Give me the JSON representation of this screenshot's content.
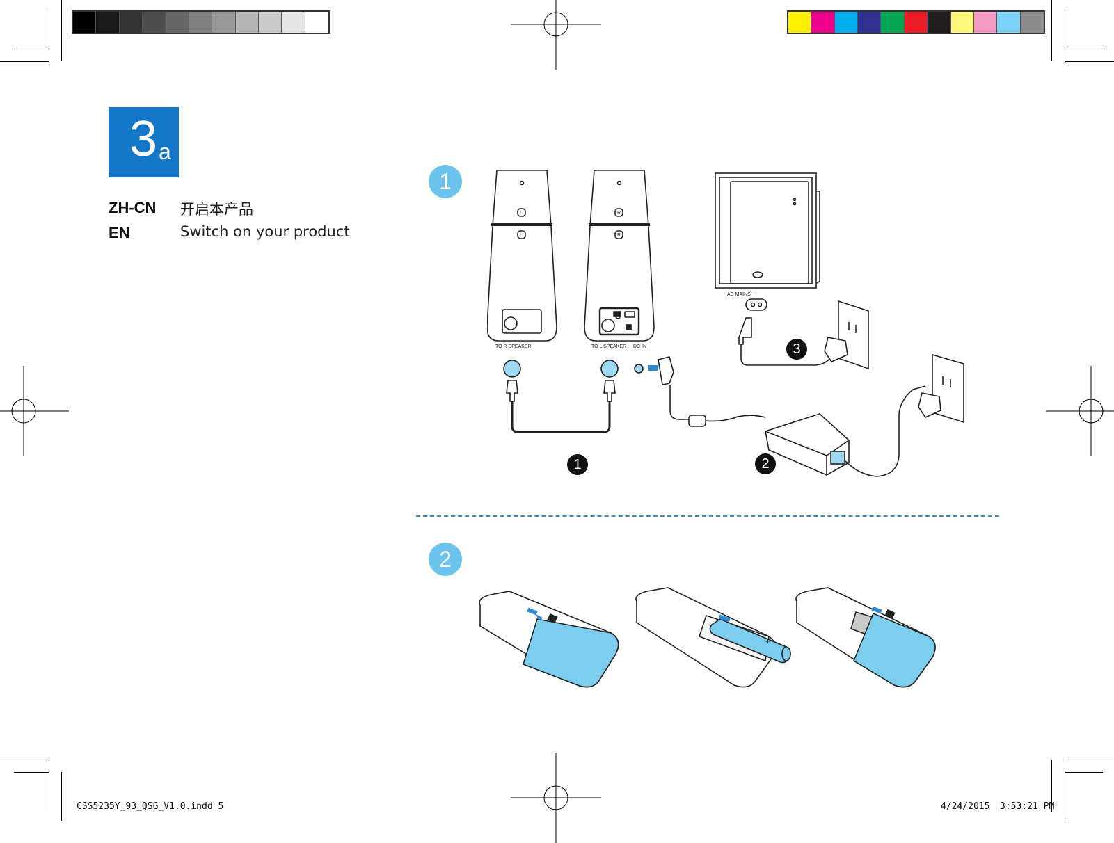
{
  "step": {
    "number": "3",
    "suffix": "a"
  },
  "languages": [
    {
      "code": "ZH-CN",
      "text": "开启本产品"
    },
    {
      "code": "EN",
      "text": "Switch on your product"
    }
  ],
  "sections": [
    {
      "label": "1"
    },
    {
      "label": "2"
    }
  ],
  "callouts": [
    "1",
    "2",
    "3"
  ],
  "connector_labels": {
    "to_r_speaker": "TO R SPEAKER",
    "to_l_speaker": "TO L SPEAKER",
    "dc_in": "DC IN",
    "ac_mains": "AC MAINS ~"
  },
  "speaker_marks": {
    "left": "L",
    "right": "R"
  },
  "battery_polarity": "+",
  "footer": {
    "file": "CSS5235Y_93_QSG_V1.0.indd   5",
    "date": "4/24/2015",
    "time": "3:53:21 PM"
  },
  "colors": {
    "badge_blue": "#1376c9",
    "section_circle": "#6cc4ee",
    "remote_cover": "#7ccdee",
    "divider": "#3a86c6"
  },
  "color_bar_gray": [
    "#000000",
    "#1a1a1a",
    "#333333",
    "#4d4d4d",
    "#666666",
    "#808080",
    "#999999",
    "#b3b3b3",
    "#cccccc",
    "#e6e6e6",
    "#ffffff"
  ],
  "color_bar_process": [
    "#ffef00",
    "#ec008c",
    "#00aeef",
    "#2e3192",
    "#00a651",
    "#ed1c24",
    "#231f20",
    "#fff77a",
    "#f49ac1",
    "#7dd3f7",
    "#8c8c8c"
  ]
}
